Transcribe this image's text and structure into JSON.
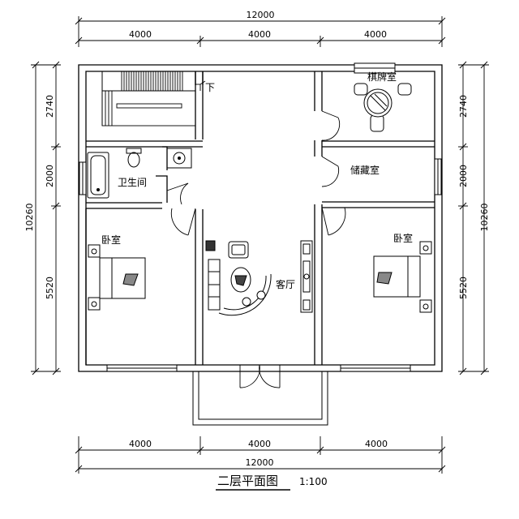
{
  "dimensions": {
    "top_total": "12000",
    "top_segments": [
      "4000",
      "4000",
      "4000"
    ],
    "bottom_total": "12000",
    "bottom_segments": [
      "4000",
      "4000",
      "4000"
    ],
    "left_total": "10260",
    "left_segments": [
      "2740",
      "2000",
      "5520"
    ],
    "right_total": "10260",
    "right_segments": [
      "2740",
      "2000",
      "5520"
    ]
  },
  "rooms": {
    "chess_room": "棋牌室",
    "storage": "储藏室",
    "bathroom": "卫生间",
    "bedroom_left": "卧室",
    "bedroom_right": "卧室",
    "living_room": "客厅"
  },
  "stair_label": "下",
  "drawing_title": "二层平面图",
  "drawing_scale": "1:100"
}
